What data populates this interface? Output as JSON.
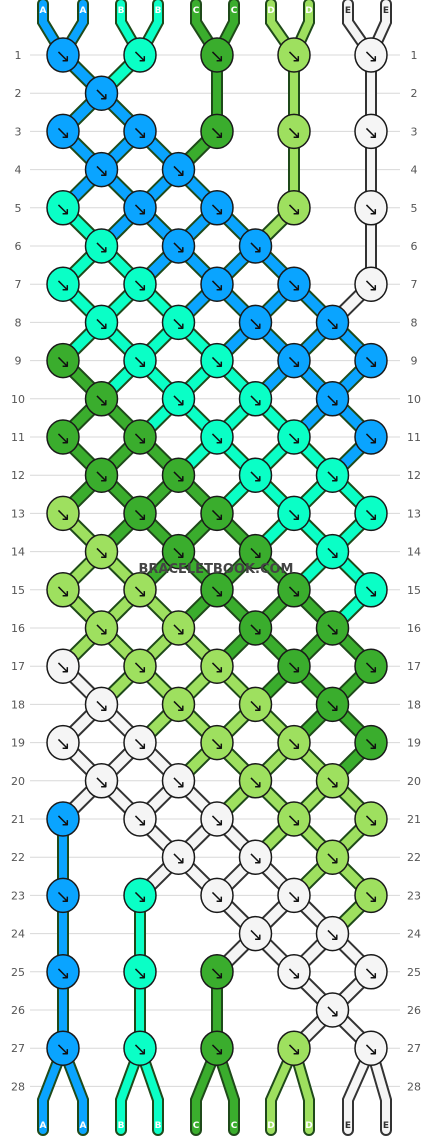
{
  "site_watermark": "BRACELETBOOK.COM",
  "row_numbers": [
    "1",
    "2",
    "3",
    "4",
    "5",
    "6",
    "7",
    "8",
    "9",
    "10",
    "11",
    "12",
    "13",
    "14",
    "15",
    "16",
    "17",
    "18",
    "19",
    "20",
    "21",
    "22",
    "23",
    "24",
    "25",
    "26",
    "27",
    "28"
  ],
  "strands": [
    {
      "letter": "A",
      "color": "#0aa4ff"
    },
    {
      "letter": "A",
      "color": "#0aa4ff"
    },
    {
      "letter": "B",
      "color": "#0affc6"
    },
    {
      "letter": "B",
      "color": "#0affc6"
    },
    {
      "letter": "C",
      "color": "#3aad2d"
    },
    {
      "letter": "C",
      "color": "#3aad2d"
    },
    {
      "letter": "D",
      "color": "#9ee05f"
    },
    {
      "letter": "D",
      "color": "#9ee05f"
    },
    {
      "letter": "E",
      "color": "#f5f5f5"
    },
    {
      "letter": "E",
      "color": "#f5f5f5"
    }
  ],
  "knot_arrow": "↘",
  "knots": [
    {
      "row": 1,
      "slot": 0,
      "color": "#0aa4ff"
    },
    {
      "row": 1,
      "slot": 2,
      "color": "#0affc6"
    },
    {
      "row": 1,
      "slot": 4,
      "color": "#3aad2d"
    },
    {
      "row": 1,
      "slot": 6,
      "color": "#9ee05f"
    },
    {
      "row": 1,
      "slot": 8,
      "color": "#f5f5f5"
    },
    {
      "row": 2,
      "slot": 1,
      "color": "#0aa4ff"
    },
    {
      "row": 3,
      "slot": 0,
      "color": "#0aa4ff"
    },
    {
      "row": 3,
      "slot": 2,
      "color": "#0aa4ff"
    },
    {
      "row": 3,
      "slot": 4,
      "color": "#3aad2d"
    },
    {
      "row": 3,
      "slot": 6,
      "color": "#9ee05f"
    },
    {
      "row": 3,
      "slot": 8,
      "color": "#f5f5f5"
    },
    {
      "row": 4,
      "slot": 1,
      "color": "#0aa4ff"
    },
    {
      "row": 4,
      "slot": 3,
      "color": "#0aa4ff"
    },
    {
      "row": 5,
      "slot": 0,
      "color": "#0affc6"
    },
    {
      "row": 5,
      "slot": 2,
      "color": "#0aa4ff"
    },
    {
      "row": 5,
      "slot": 4,
      "color": "#0aa4ff"
    },
    {
      "row": 5,
      "slot": 6,
      "color": "#9ee05f"
    },
    {
      "row": 5,
      "slot": 8,
      "color": "#f5f5f5"
    },
    {
      "row": 6,
      "slot": 1,
      "color": "#0affc6"
    },
    {
      "row": 6,
      "slot": 3,
      "color": "#0aa4ff"
    },
    {
      "row": 6,
      "slot": 5,
      "color": "#0aa4ff"
    },
    {
      "row": 7,
      "slot": 0,
      "color": "#0affc6"
    },
    {
      "row": 7,
      "slot": 2,
      "color": "#0affc6"
    },
    {
      "row": 7,
      "slot": 4,
      "color": "#0aa4ff"
    },
    {
      "row": 7,
      "slot": 6,
      "color": "#0aa4ff"
    },
    {
      "row": 7,
      "slot": 8,
      "color": "#f5f5f5"
    },
    {
      "row": 8,
      "slot": 1,
      "color": "#0affc6"
    },
    {
      "row": 8,
      "slot": 3,
      "color": "#0affc6"
    },
    {
      "row": 8,
      "slot": 5,
      "color": "#0aa4ff"
    },
    {
      "row": 8,
      "slot": 7,
      "color": "#0aa4ff"
    },
    {
      "row": 9,
      "slot": 0,
      "color": "#3aad2d"
    },
    {
      "row": 9,
      "slot": 2,
      "color": "#0affc6"
    },
    {
      "row": 9,
      "slot": 4,
      "color": "#0affc6"
    },
    {
      "row": 9,
      "slot": 6,
      "color": "#0aa4ff"
    },
    {
      "row": 9,
      "slot": 8,
      "color": "#0aa4ff"
    },
    {
      "row": 10,
      "slot": 1,
      "color": "#3aad2d"
    },
    {
      "row": 10,
      "slot": 3,
      "color": "#0affc6"
    },
    {
      "row": 10,
      "slot": 5,
      "color": "#0affc6"
    },
    {
      "row": 10,
      "slot": 7,
      "color": "#0aa4ff"
    },
    {
      "row": 11,
      "slot": 0,
      "color": "#3aad2d"
    },
    {
      "row": 11,
      "slot": 2,
      "color": "#3aad2d"
    },
    {
      "row": 11,
      "slot": 4,
      "color": "#0affc6"
    },
    {
      "row": 11,
      "slot": 6,
      "color": "#0affc6"
    },
    {
      "row": 11,
      "slot": 8,
      "color": "#0aa4ff"
    },
    {
      "row": 12,
      "slot": 1,
      "color": "#3aad2d"
    },
    {
      "row": 12,
      "slot": 3,
      "color": "#3aad2d"
    },
    {
      "row": 12,
      "slot": 5,
      "color": "#0affc6"
    },
    {
      "row": 12,
      "slot": 7,
      "color": "#0affc6"
    },
    {
      "row": 13,
      "slot": 0,
      "color": "#9ee05f"
    },
    {
      "row": 13,
      "slot": 2,
      "color": "#3aad2d"
    },
    {
      "row": 13,
      "slot": 4,
      "color": "#3aad2d"
    },
    {
      "row": 13,
      "slot": 6,
      "color": "#0affc6"
    },
    {
      "row": 13,
      "slot": 8,
      "color": "#0affc6"
    },
    {
      "row": 14,
      "slot": 1,
      "color": "#9ee05f"
    },
    {
      "row": 14,
      "slot": 3,
      "color": "#3aad2d"
    },
    {
      "row": 14,
      "slot": 5,
      "color": "#3aad2d"
    },
    {
      "row": 14,
      "slot": 7,
      "color": "#0affc6"
    },
    {
      "row": 15,
      "slot": 0,
      "color": "#9ee05f"
    },
    {
      "row": 15,
      "slot": 2,
      "color": "#9ee05f"
    },
    {
      "row": 15,
      "slot": 4,
      "color": "#3aad2d"
    },
    {
      "row": 15,
      "slot": 6,
      "color": "#3aad2d"
    },
    {
      "row": 15,
      "slot": 8,
      "color": "#0affc6"
    },
    {
      "row": 16,
      "slot": 1,
      "color": "#9ee05f"
    },
    {
      "row": 16,
      "slot": 3,
      "color": "#9ee05f"
    },
    {
      "row": 16,
      "slot": 5,
      "color": "#3aad2d"
    },
    {
      "row": 16,
      "slot": 7,
      "color": "#3aad2d"
    },
    {
      "row": 17,
      "slot": 0,
      "color": "#f5f5f5"
    },
    {
      "row": 17,
      "slot": 2,
      "color": "#9ee05f"
    },
    {
      "row": 17,
      "slot": 4,
      "color": "#9ee05f"
    },
    {
      "row": 17,
      "slot": 6,
      "color": "#3aad2d"
    },
    {
      "row": 17,
      "slot": 8,
      "color": "#3aad2d"
    },
    {
      "row": 18,
      "slot": 1,
      "color": "#f5f5f5"
    },
    {
      "row": 18,
      "slot": 3,
      "color": "#9ee05f"
    },
    {
      "row": 18,
      "slot": 5,
      "color": "#9ee05f"
    },
    {
      "row": 18,
      "slot": 7,
      "color": "#3aad2d"
    },
    {
      "row": 19,
      "slot": 0,
      "color": "#f5f5f5"
    },
    {
      "row": 19,
      "slot": 2,
      "color": "#f5f5f5"
    },
    {
      "row": 19,
      "slot": 4,
      "color": "#9ee05f"
    },
    {
      "row": 19,
      "slot": 6,
      "color": "#9ee05f"
    },
    {
      "row": 19,
      "slot": 8,
      "color": "#3aad2d"
    },
    {
      "row": 20,
      "slot": 1,
      "color": "#f5f5f5"
    },
    {
      "row": 20,
      "slot": 3,
      "color": "#f5f5f5"
    },
    {
      "row": 20,
      "slot": 5,
      "color": "#9ee05f"
    },
    {
      "row": 20,
      "slot": 7,
      "color": "#9ee05f"
    },
    {
      "row": 21,
      "slot": 0,
      "color": "#0aa4ff"
    },
    {
      "row": 21,
      "slot": 2,
      "color": "#f5f5f5"
    },
    {
      "row": 21,
      "slot": 4,
      "color": "#f5f5f5"
    },
    {
      "row": 21,
      "slot": 6,
      "color": "#9ee05f"
    },
    {
      "row": 21,
      "slot": 8,
      "color": "#9ee05f"
    },
    {
      "row": 22,
      "slot": 3,
      "color": "#f5f5f5"
    },
    {
      "row": 22,
      "slot": 5,
      "color": "#f5f5f5"
    },
    {
      "row": 22,
      "slot": 7,
      "color": "#9ee05f"
    },
    {
      "row": 23,
      "slot": 0,
      "color": "#0aa4ff"
    },
    {
      "row": 23,
      "slot": 2,
      "color": "#0affc6"
    },
    {
      "row": 23,
      "slot": 4,
      "color": "#f5f5f5"
    },
    {
      "row": 23,
      "slot": 6,
      "color": "#f5f5f5"
    },
    {
      "row": 23,
      "slot": 8,
      "color": "#9ee05f"
    },
    {
      "row": 24,
      "slot": 5,
      "color": "#f5f5f5"
    },
    {
      "row": 24,
      "slot": 7,
      "color": "#f5f5f5"
    },
    {
      "row": 25,
      "slot": 0,
      "color": "#0aa4ff"
    },
    {
      "row": 25,
      "slot": 2,
      "color": "#0affc6"
    },
    {
      "row": 25,
      "slot": 4,
      "color": "#3aad2d"
    },
    {
      "row": 25,
      "slot": 6,
      "color": "#f5f5f5"
    },
    {
      "row": 25,
      "slot": 8,
      "color": "#f5f5f5"
    },
    {
      "row": 26,
      "slot": 7,
      "color": "#f5f5f5"
    },
    {
      "row": 27,
      "slot": 0,
      "color": "#0aa4ff"
    },
    {
      "row": 27,
      "slot": 2,
      "color": "#0affc6"
    },
    {
      "row": 27,
      "slot": 4,
      "color": "#3aad2d"
    },
    {
      "row": 27,
      "slot": 6,
      "color": "#9ee05f"
    },
    {
      "row": 27,
      "slot": 8,
      "color": "#f5f5f5"
    }
  ]
}
